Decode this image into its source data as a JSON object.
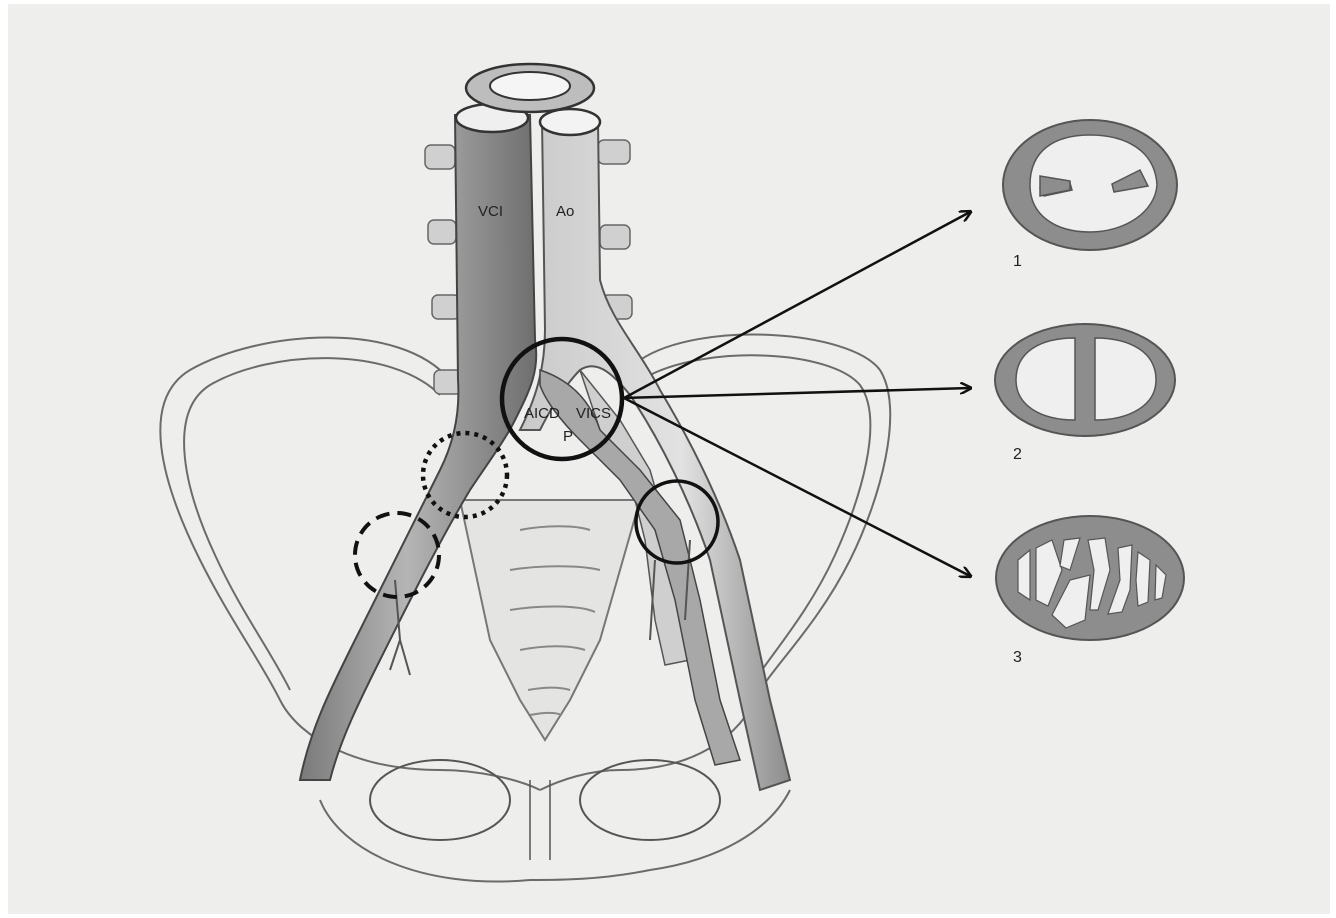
{
  "labels": {
    "vci": "VCI",
    "ao": "Ao",
    "aicd": "AICD",
    "vics": "VICS",
    "p": "P"
  },
  "cross_sections": [
    {
      "number": "1",
      "variant": "two-spurs"
    },
    {
      "number": "2",
      "variant": "single-septum"
    },
    {
      "number": "3",
      "variant": "multiple-channels"
    }
  ],
  "colors": {
    "paper": "#eeeeec",
    "pencil": "#555555",
    "shade": "#9a9a9a",
    "ink": "#111111"
  }
}
